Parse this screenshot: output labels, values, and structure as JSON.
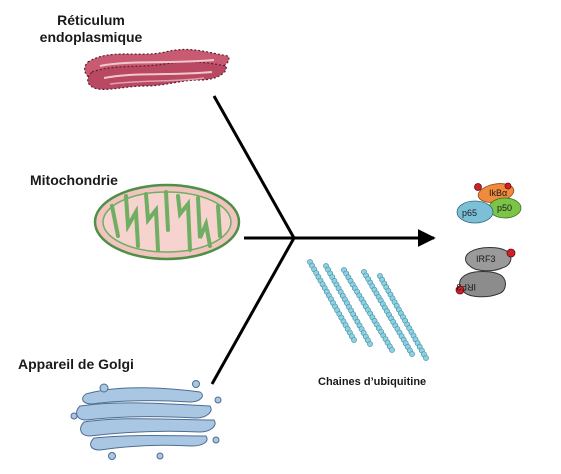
{
  "labels": {
    "er_line1": "Réticulum",
    "er_line2": "endoplasmique",
    "mitochondria": "Mitochondrie",
    "golgi": "Appareil de Golgi",
    "ubiquitin": "Chaines d’ubiquitine"
  },
  "proteins": {
    "ikba": "IkBα",
    "p65": "p65",
    "p50": "p50",
    "irf3_top": "IRF3",
    "irf3_bottom": "IRF3"
  },
  "colors": {
    "er_fill": "#c85a72",
    "mito_fill": "#f2c4c0",
    "mito_cristae": "#6fae63",
    "golgi_fill": "#a9c6e3",
    "ubiquitin_bead": "#8fd0e0",
    "ikba": "#f08a3c",
    "p65": "#7cc0d8",
    "p50": "#7bc447",
    "irf3": "#9a9a9a",
    "phospho": "#d0202a"
  }
}
